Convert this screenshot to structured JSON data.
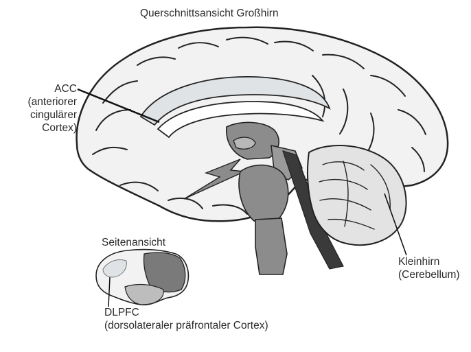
{
  "title": "Querschnittsansicht Großhirn",
  "labels": {
    "acc_line1": "ACC",
    "acc_line2": "(anteriorer",
    "acc_line3": "cingulärer",
    "acc_line4": "Cortex)",
    "side_view_title": "Seitenansicht",
    "dlpfc_line1": "DLPFC",
    "dlpfc_line2": "(dorsolateraler präfrontaler Cortex)",
    "cerebellum_line1": "Kleinhirn",
    "cerebellum_line2": "(Cerebellum)"
  },
  "colors": {
    "cortex_fill": "#f2f2f2",
    "outline": "#222222",
    "acc_highlight": "#dfe3e6",
    "brainstem_dark": "#3a3a3a",
    "midbrain_gray": "#8c8c8c",
    "cerebellum_fill": "#e3e3e3",
    "side_view_dark": "#7a7a7a"
  }
}
